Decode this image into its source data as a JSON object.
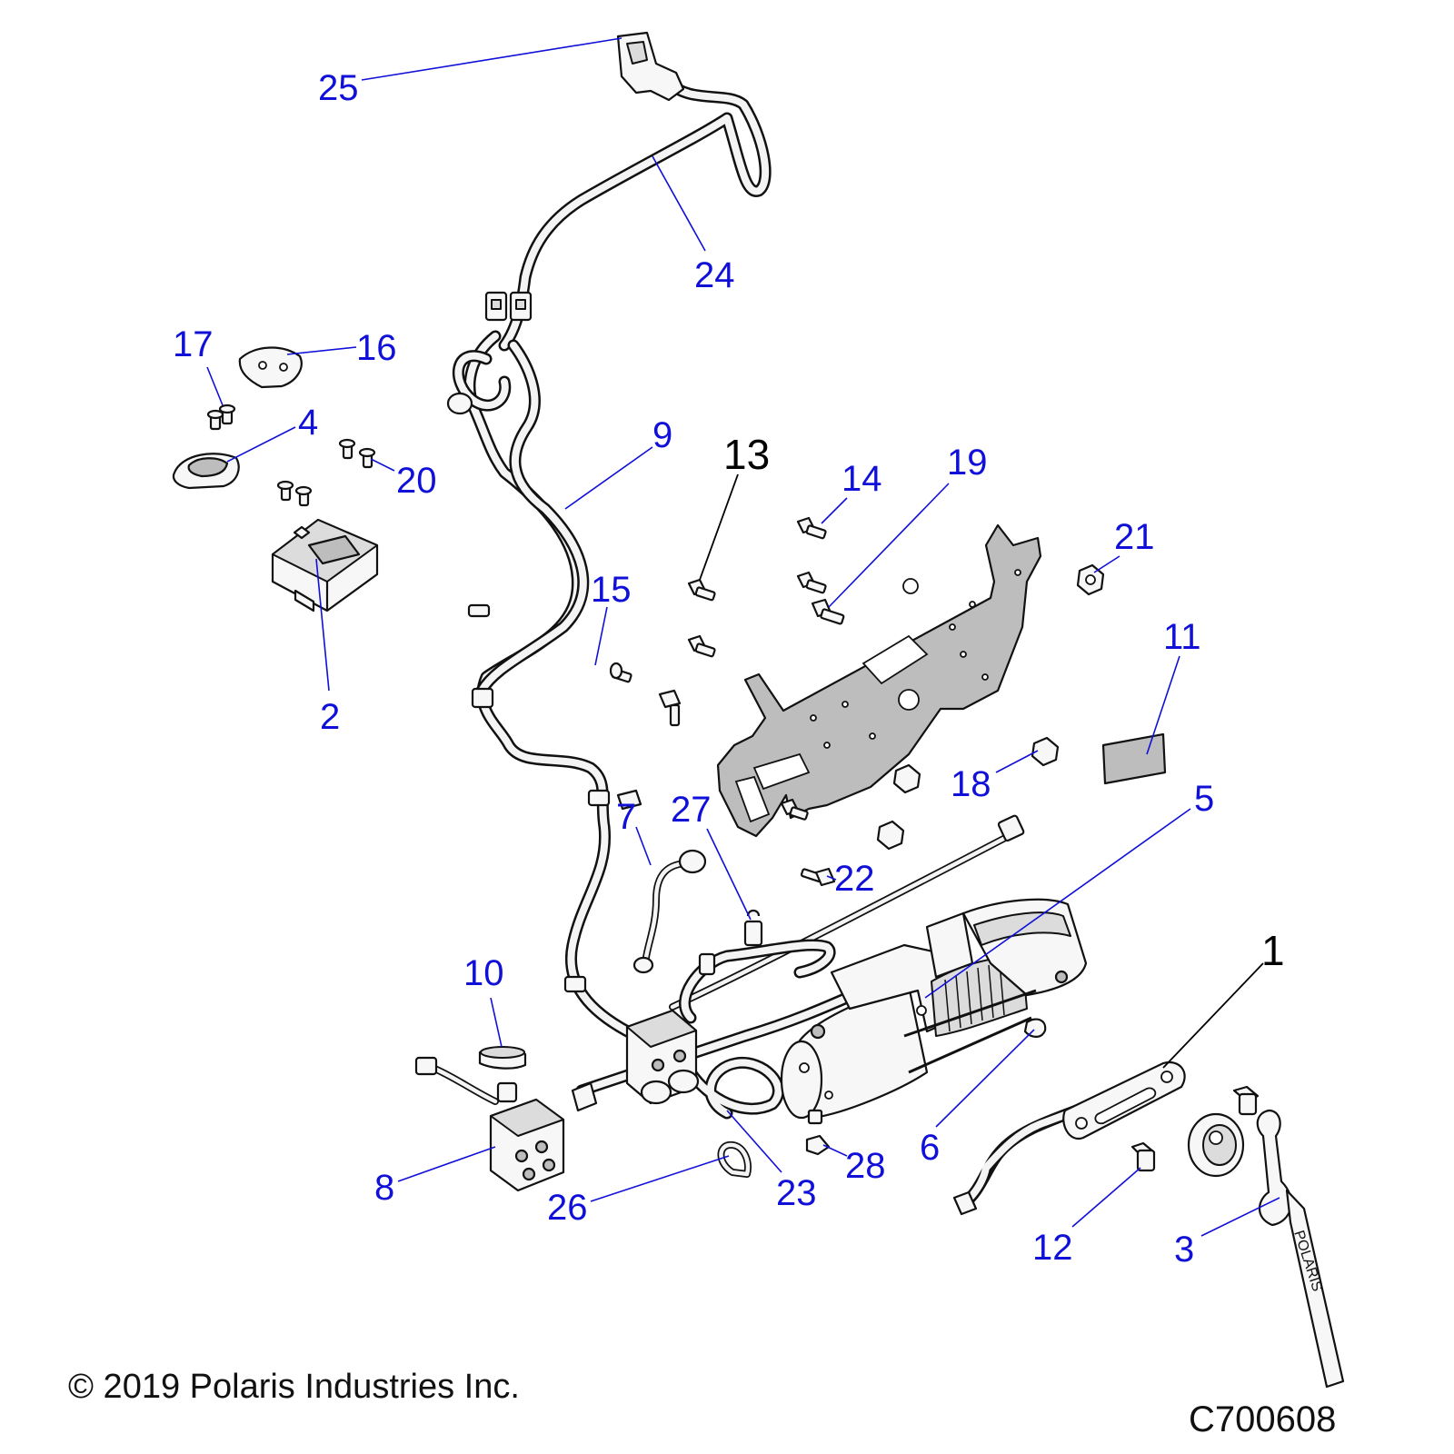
{
  "diagram": {
    "callouts": [
      {
        "label": "1",
        "color": "#000000"
      },
      {
        "label": "2",
        "color": "#1010d8"
      },
      {
        "label": "3",
        "color": "#1010d8"
      },
      {
        "label": "4",
        "color": "#1010d8"
      },
      {
        "label": "5",
        "color": "#1010d8"
      },
      {
        "label": "6",
        "color": "#1010d8"
      },
      {
        "label": "7",
        "color": "#1010d8"
      },
      {
        "label": "8",
        "color": "#1010d8"
      },
      {
        "label": "9",
        "color": "#1010d8"
      },
      {
        "label": "10",
        "color": "#1010d8"
      },
      {
        "label": "11",
        "color": "#1010d8"
      },
      {
        "label": "12",
        "color": "#1010d8"
      },
      {
        "label": "13",
        "color": "#000000"
      },
      {
        "label": "14",
        "color": "#1010d8"
      },
      {
        "label": "15",
        "color": "#1010d8"
      },
      {
        "label": "16",
        "color": "#1010d8"
      },
      {
        "label": "17",
        "color": "#1010d8"
      },
      {
        "label": "18",
        "color": "#1010d8"
      },
      {
        "label": "19",
        "color": "#1010d8"
      },
      {
        "label": "20",
        "color": "#1010d8"
      },
      {
        "label": "21",
        "color": "#1010d8"
      },
      {
        "label": "22",
        "color": "#1010d8"
      },
      {
        "label": "23",
        "color": "#1010d8"
      },
      {
        "label": "24",
        "color": "#1010d8"
      },
      {
        "label": "25",
        "color": "#1010d8"
      },
      {
        "label": "26",
        "color": "#1010d8"
      },
      {
        "label": "27",
        "color": "#1010d8"
      },
      {
        "label": "28",
        "color": "#1010d8"
      }
    ],
    "cable_hook_text": "POLARIS"
  },
  "footer": {
    "copyright": "© 2019 Polaris Industries Inc.",
    "diagram_id": "C700608"
  }
}
